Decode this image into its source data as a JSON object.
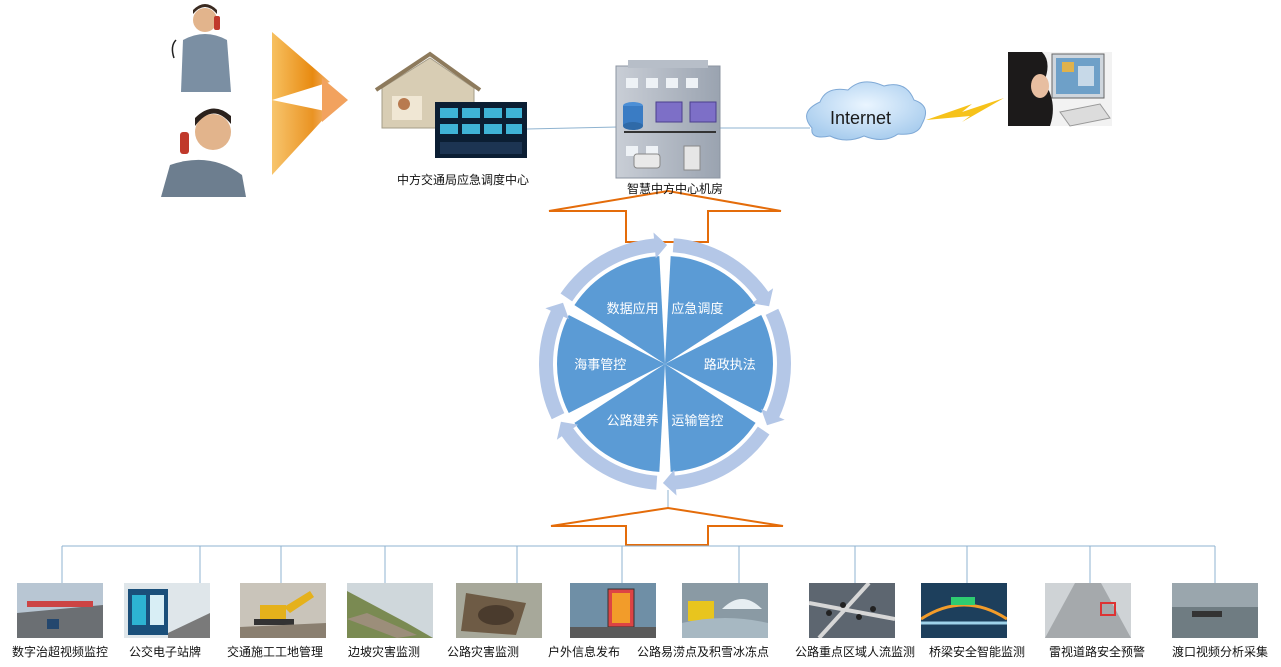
{
  "top": {
    "dispatch_center_label": "中方交通局应急调度中心",
    "server_room_label": "智慧中方中心机房",
    "internet_label": "Internet"
  },
  "cycle": {
    "segments": [
      "应急调度",
      "路政执法",
      "运输管控",
      "公路建养",
      "海事管控",
      "数据应用"
    ],
    "colors": {
      "segment": "#5b9bd5",
      "arrow": "#b4c7e7",
      "text": "#ffffff"
    }
  },
  "leaves": [
    {
      "label": "数字治超视频监控"
    },
    {
      "label": "公交电子站牌"
    },
    {
      "label": "交通施工工地管理"
    },
    {
      "label": "边坡灾害监测"
    },
    {
      "label": "公路灾害监测"
    },
    {
      "label": "户外信息发布"
    },
    {
      "label": "公路易涝点及积雪冰冻点"
    },
    {
      "label": "公路重点区域人流监测"
    },
    {
      "label": "桥梁安全智能监测"
    },
    {
      "label": "雷视道路安全预警"
    },
    {
      "label": "渡口视频分析采集"
    }
  ],
  "colors": {
    "hollow_arrow": "#e46c0a",
    "connector": "#8fb3d0",
    "cone": "#f0a030"
  },
  "icons": [
    "phone-man-icon",
    "phone-man-2-icon",
    "signal-cone-icon",
    "dispatch-center-icon",
    "server-building-icon",
    "cloud-icon",
    "lightning-icon",
    "computer-user-icon"
  ]
}
